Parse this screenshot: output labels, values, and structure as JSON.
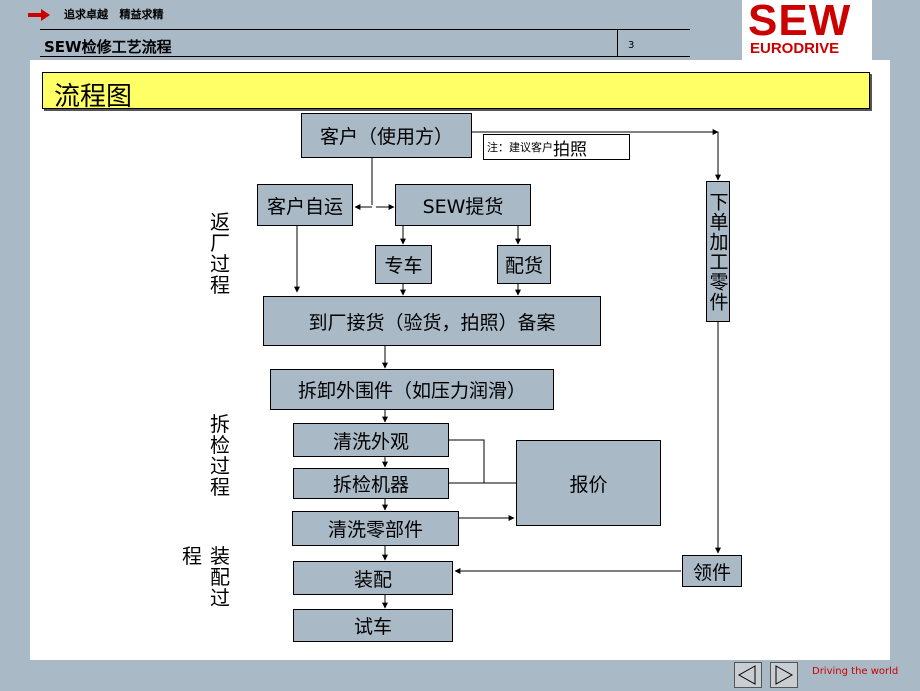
{
  "header": {
    "slogan": "追求卓越   精益求精",
    "title": "SEW检修工艺流程",
    "page_number": "3",
    "logo_line1": "SEW",
    "logo_line2": "EURODRIVE"
  },
  "banner": {
    "title": "流程图"
  },
  "nodes": {
    "customer": "客户（使用方）",
    "note_prefix": "注：建议客户",
    "note_main": "拍照",
    "self_transport": "客户自运",
    "sew_pickup": "SEW提货",
    "dedicated_truck": "专车",
    "distribution": "配货",
    "receive": "到厂接货（验货，拍照）备案",
    "disassemble_outer": "拆卸外围件（如压力润滑）",
    "clean_exterior": "清洗外观",
    "inspect_machine": "拆检机器",
    "clean_parts": "清洗零部件",
    "quote": "报价",
    "assemble": "装配",
    "test_run": "试车",
    "order_parts": "下单加工零件",
    "collect_parts": "领件"
  },
  "phase_labels": {
    "return": [
      "返",
      "厂",
      "过",
      "程"
    ],
    "inspection": [
      "拆",
      "检",
      "过",
      "程"
    ],
    "assembly_col1": [
      "装",
      "配",
      "过"
    ],
    "assembly_col2": "程"
  },
  "footer": {
    "tagline": "Driving the world"
  },
  "colors": {
    "box_fill": "#a9b9c6",
    "banner_fill": "#ffff66",
    "logo_red": "#cc0000",
    "background": "#a9b9c6"
  }
}
